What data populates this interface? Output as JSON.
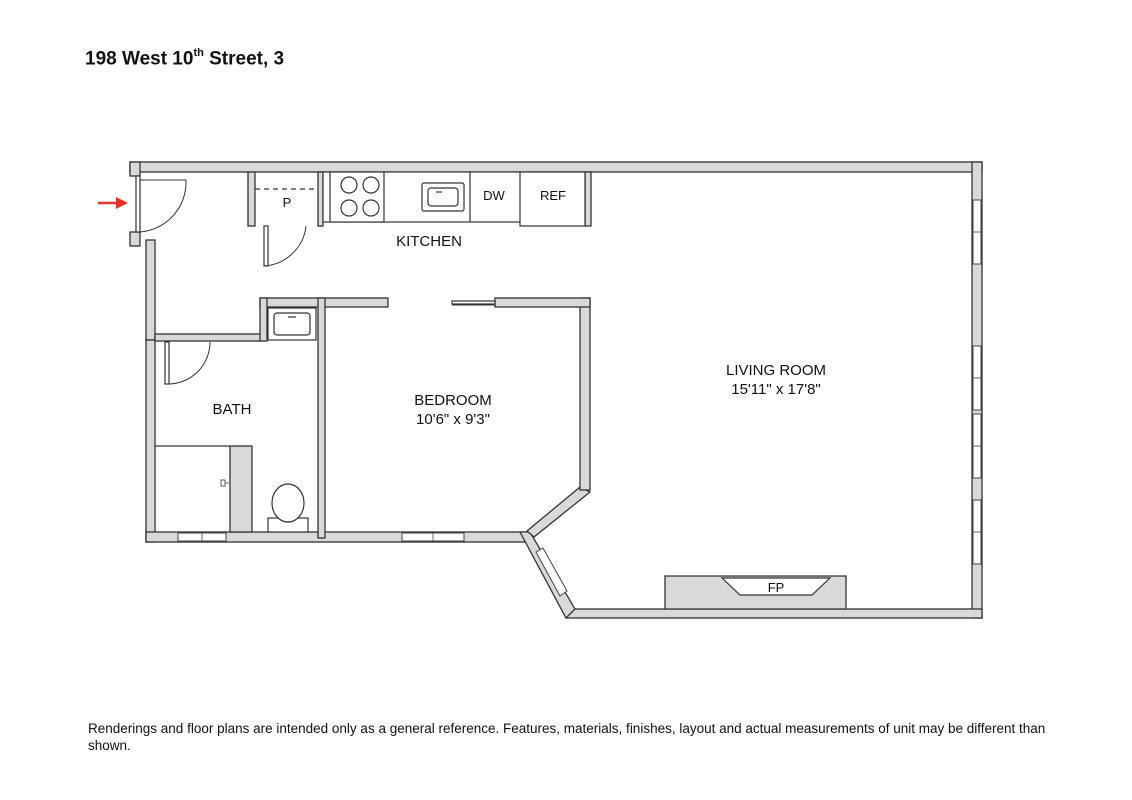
{
  "title": {
    "address": "198 West 10",
    "superscript": "th",
    "rest": " Street, 3"
  },
  "rooms": {
    "kitchen": {
      "name": "KITCHEN"
    },
    "bedroom": {
      "name": "BEDROOM",
      "dimensions": "10'6\" x 9'3\""
    },
    "living_room": {
      "name": "LIVING ROOM",
      "dimensions": "15'11\" x 17'8\""
    },
    "bath": {
      "name": "BATH"
    }
  },
  "fixtures": {
    "pantry": "P",
    "dishwasher": "DW",
    "refrigerator": "REF",
    "fireplace": "FP"
  },
  "entry_arrow_color": "#e5332a",
  "wall_color": "#d9d9d9",
  "disclaimer": "Renderings and floor plans are intended only as a general reference. Features, materials, finishes, layout and actual measurements of unit may be different than shown."
}
